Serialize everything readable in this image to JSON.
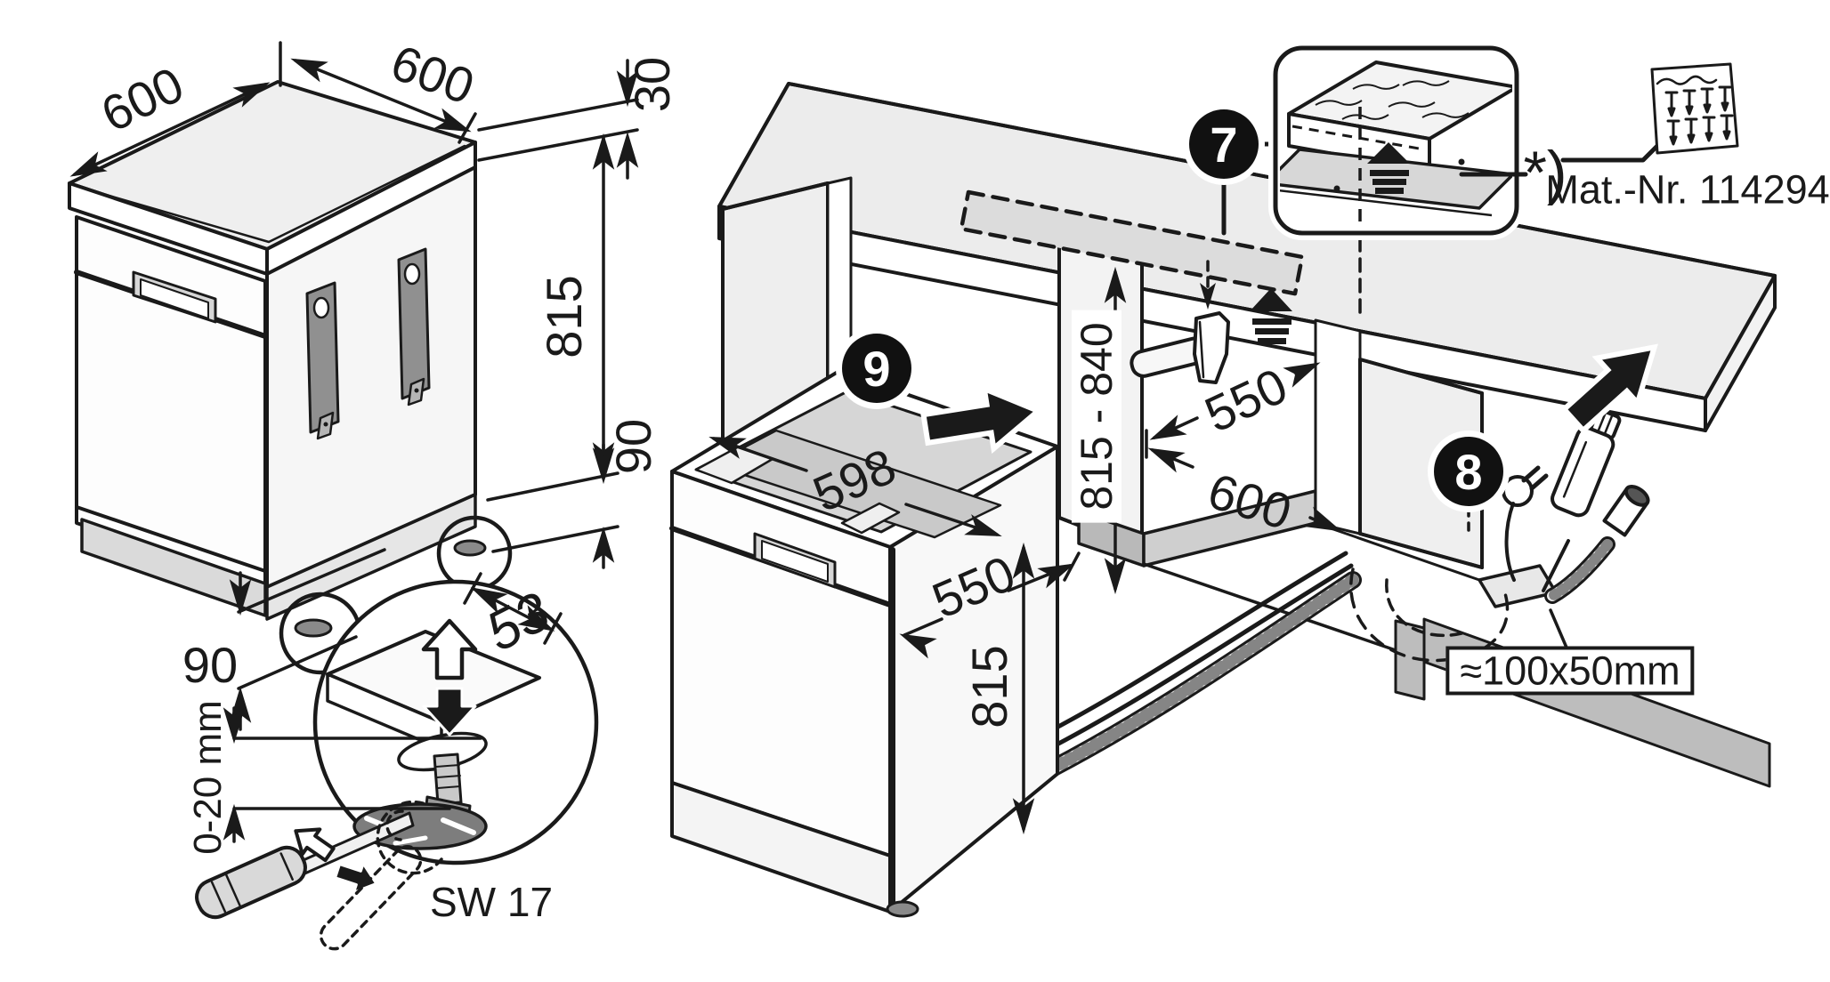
{
  "diagram": {
    "title": "dishwasher-installation-diagram",
    "steps": {
      "seven": "7",
      "eight": "8",
      "nine": "9"
    },
    "freestanding_unit": {
      "width_top_left": "600",
      "depth_top_right": "600",
      "worktop_thickness": "30",
      "height_below_worktop": "815",
      "plinth_height_side": "90",
      "plinth_height_front": "90",
      "rear_foot_offset": "53",
      "foot_adjustment_range": "0-20 mm",
      "wrench_size": "SW 17"
    },
    "builtunder_unit": {
      "top_width": "598",
      "depth": "550",
      "height": "815"
    },
    "niche": {
      "height_range": "815 - 840",
      "depth": "550",
      "width": "600"
    },
    "accessories": {
      "protection_strip_ref": "*)",
      "material_number": "Mat.-Nr. 114294",
      "hose_cutout_size": "≈100x50mm"
    }
  }
}
